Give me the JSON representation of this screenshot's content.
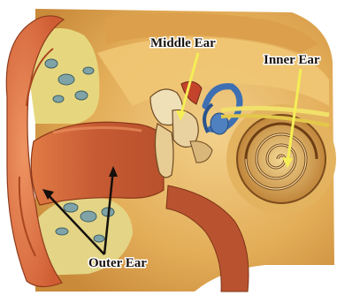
{
  "labels": {
    "middle_ear": "Middle Ear",
    "inner_ear": "Inner Ear",
    "outer_ear": "Outer Ear"
  },
  "colors": {
    "pinna": "#d96a3c",
    "canal": "#c2542f",
    "bone": "#e8b562",
    "bone_dark": "#b8782e",
    "fat": "#e9df8c",
    "vessel": "#7fa3a6",
    "cochlea": "#b7782c",
    "nerve": "#f1e06a",
    "semicircular": "#3d6fb2",
    "pointer_yellow": "#f5ee55",
    "pointer_black": "#15100c"
  }
}
